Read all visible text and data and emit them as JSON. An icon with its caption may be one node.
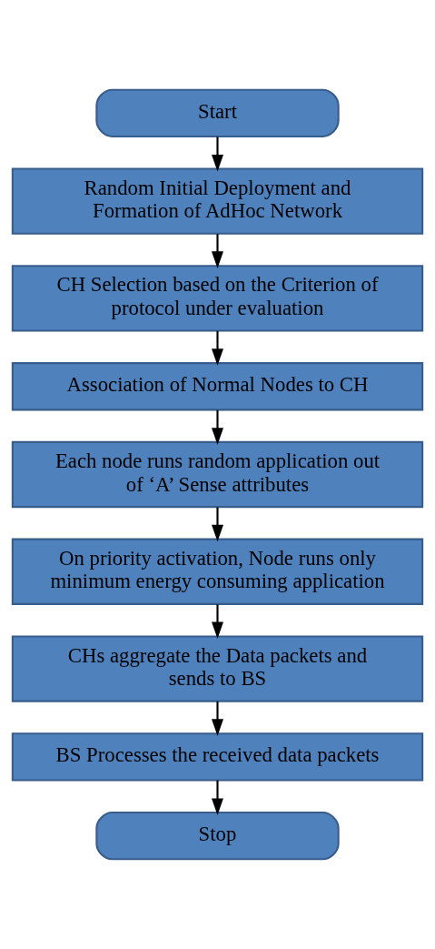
{
  "diagram": {
    "nodes": [
      {
        "text": [
          "Start"
        ]
      },
      {
        "text": [
          "Random Initial Deployment and Formation of AdHoc Network"
        ]
      },
      {
        "text": [
          "CH Selection based on the Criterion of protocol under evaluation"
        ]
      },
      {
        "text": [
          "Association of Normal Nodes to CH"
        ]
      },
      {
        "text": [
          "Each node runs random application out of ‘A’ Sense attributes"
        ]
      },
      {
        "text": [
          "On priority activation, Node runs only minimum energy consuming application"
        ]
      },
      {
        "text": [
          "CHs aggregate the Data packets and sends to BS"
        ]
      },
      {
        "text": [
          "BS Processes the received data packets"
        ]
      },
      {
        "text": [
          "Stop"
        ]
      }
    ],
    "edges": [
      {
        "from": 0,
        "to": 1,
        "arrow": "to"
      },
      {
        "from": 1,
        "to": 2,
        "arrow": "to"
      },
      {
        "from": 2,
        "to": 3,
        "arrow": "to"
      },
      {
        "from": 3,
        "to": 4,
        "arrow": "to"
      },
      {
        "from": 4,
        "to": 5,
        "arrow": "to"
      },
      {
        "from": 5,
        "to": 6,
        "arrow": "to"
      },
      {
        "from": 6,
        "to": 7,
        "arrow": "to"
      },
      {
        "from": 7,
        "to": 8,
        "arrow": "to"
      }
    ]
  }
}
